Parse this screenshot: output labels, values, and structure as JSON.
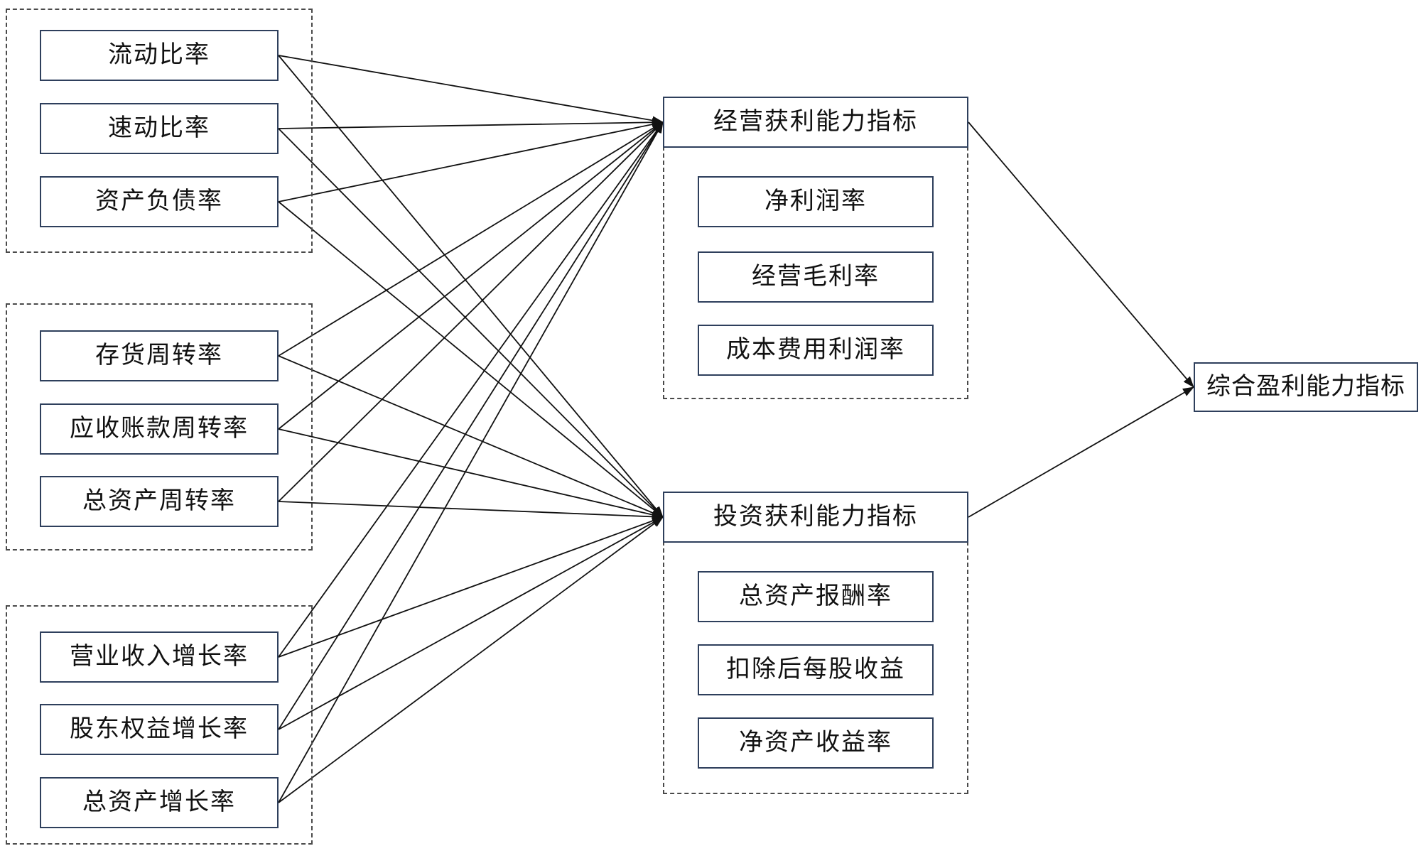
{
  "colors": {
    "box_border": "#2e3f5c",
    "group_border": "#4a4a4a",
    "line_color": "#111111"
  },
  "diagram": {
    "left_groups": [
      {
        "id": "solvency-group",
        "items": [
          {
            "id": "current-ratio",
            "label": "流动比率"
          },
          {
            "id": "quick-ratio",
            "label": "速动比率"
          },
          {
            "id": "asset-liability-ratio",
            "label": "资产负债率"
          }
        ]
      },
      {
        "id": "turnover-group",
        "items": [
          {
            "id": "inventory-turnover",
            "label": "存货周转率"
          },
          {
            "id": "receivables-turnover",
            "label": "应收账款周转率"
          },
          {
            "id": "total-asset-turnover",
            "label": "总资产周转率"
          }
        ]
      },
      {
        "id": "growth-group",
        "items": [
          {
            "id": "revenue-growth",
            "label": "营业收入增长率"
          },
          {
            "id": "equity-growth",
            "label": "股东权益增长率"
          },
          {
            "id": "total-asset-growth",
            "label": "总资产增长率"
          }
        ]
      }
    ],
    "middle_groups": [
      {
        "id": "operating-profitability",
        "header": "经营获利能力指标",
        "items": [
          {
            "id": "net-profit-margin",
            "label": "净利润率"
          },
          {
            "id": "operating-gross-margin",
            "label": "经营毛利率"
          },
          {
            "id": "cost-expense-profit-ratio",
            "label": "成本费用利润率"
          }
        ]
      },
      {
        "id": "investment-profitability",
        "header": "投资获利能力指标",
        "items": [
          {
            "id": "return-on-total-assets",
            "label": "总资产报酬率"
          },
          {
            "id": "eps-after-deduction",
            "label": "扣除后每股收益"
          },
          {
            "id": "return-on-net-assets",
            "label": "净资产收益率"
          }
        ]
      }
    ],
    "final": {
      "id": "comprehensive-profitability",
      "label": "综合盈利能力指标"
    },
    "edges": [
      {
        "from": "box-current-ratio",
        "to": "box-operating-header"
      },
      {
        "from": "box-quick-ratio",
        "to": "box-operating-header"
      },
      {
        "from": "box-asset-liability-ratio",
        "to": "box-operating-header"
      },
      {
        "from": "box-inventory-turnover",
        "to": "box-operating-header"
      },
      {
        "from": "box-receivables-turnover",
        "to": "box-operating-header"
      },
      {
        "from": "box-total-asset-turnover",
        "to": "box-operating-header"
      },
      {
        "from": "box-revenue-growth",
        "to": "box-operating-header"
      },
      {
        "from": "box-equity-growth",
        "to": "box-operating-header"
      },
      {
        "from": "box-total-asset-growth",
        "to": "box-operating-header"
      },
      {
        "from": "box-current-ratio",
        "to": "box-investment-header"
      },
      {
        "from": "box-quick-ratio",
        "to": "box-investment-header"
      },
      {
        "from": "box-asset-liability-ratio",
        "to": "box-investment-header"
      },
      {
        "from": "box-inventory-turnover",
        "to": "box-investment-header"
      },
      {
        "from": "box-receivables-turnover",
        "to": "box-investment-header"
      },
      {
        "from": "box-total-asset-turnover",
        "to": "box-investment-header"
      },
      {
        "from": "box-revenue-growth",
        "to": "box-investment-header"
      },
      {
        "from": "box-equity-growth",
        "to": "box-investment-header"
      },
      {
        "from": "box-total-asset-growth",
        "to": "box-investment-header"
      },
      {
        "from": "box-operating-header",
        "to": "box-comprehensive-profitability"
      },
      {
        "from": "box-investment-header",
        "to": "box-comprehensive-profitability"
      }
    ]
  }
}
